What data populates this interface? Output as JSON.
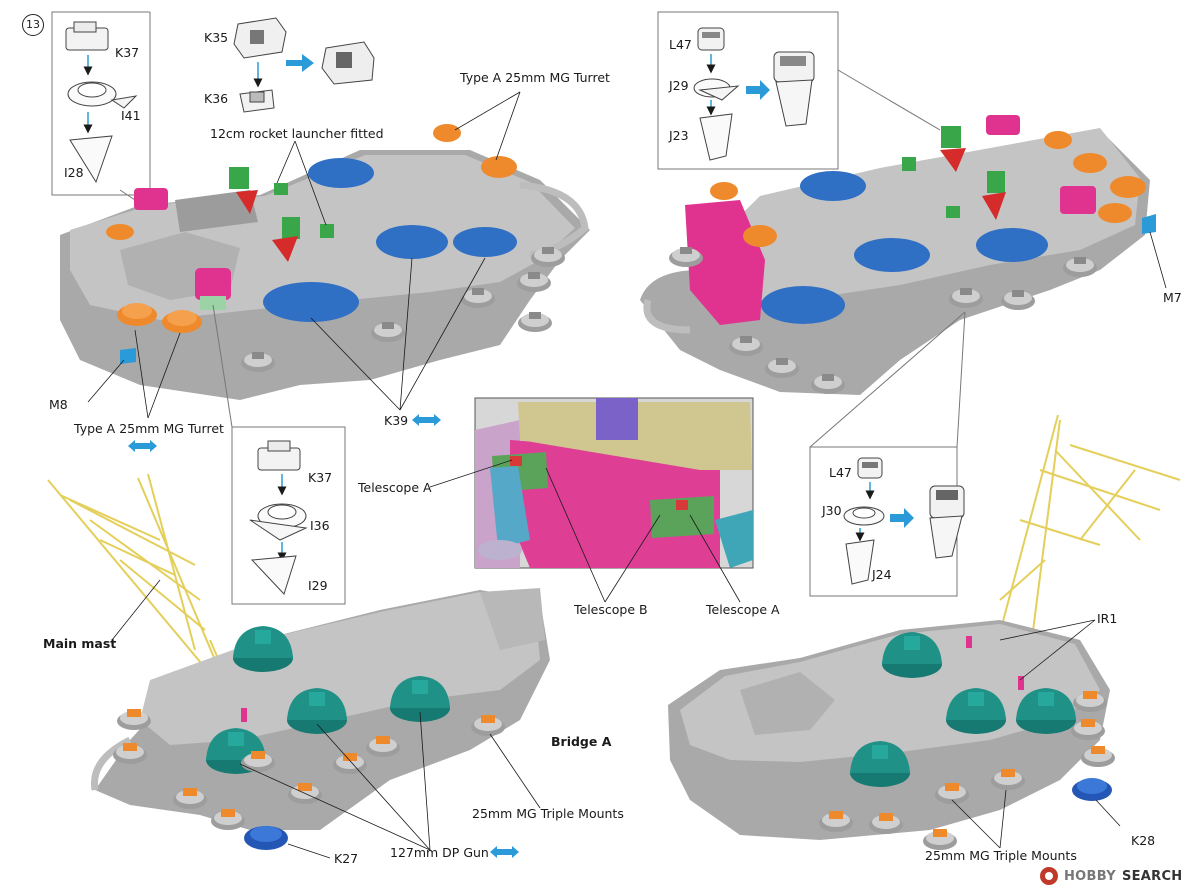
{
  "step_number": "13",
  "labels": {
    "k35": "K35",
    "k36": "K36",
    "k37_top": "K37",
    "i41": "I41",
    "i28": "I28",
    "type_a_top": "Type A 25mm MG Turret",
    "rocket": "12cm rocket launcher fitted",
    "m8": "M8",
    "type_a_bottom": "Type A 25mm MG Turret",
    "k39": "K39",
    "k37_mid": "K37",
    "i36": "I36",
    "i29": "I29",
    "l47_top": "L47",
    "j29": "J29",
    "j23": "J23",
    "m7": "M7",
    "telescope_a_left": "Telescope A",
    "telescope_b": "Telescope B",
    "telescope_a_right": "Telescope A",
    "l47_right": "L47",
    "j30": "J30",
    "j24": "J24",
    "main_mast": "Main mast",
    "bridge_a": "Bridge A",
    "mg_triple_left": "25mm MG Triple Mounts",
    "dp_gun": "127mm DP Gun",
    "k27": "K27",
    "ir1": "IR1",
    "k28": "K28",
    "mg_triple_right": "25mm MG Triple Mounts"
  },
  "watermark": {
    "brand1": "HOBBY",
    "brand2": "SEARCH"
  },
  "colors": {
    "hull_gray": "#b9b9b9",
    "deck_blue": "#2f6fc4",
    "turret_orange": "#ef8a2c",
    "mount_magenta": "#e0338f",
    "part_green": "#3aa64a",
    "dp_teal": "#1f9187",
    "mast_yellow": "#e4cf5a",
    "arrow_blue": "#2a9ad8"
  }
}
